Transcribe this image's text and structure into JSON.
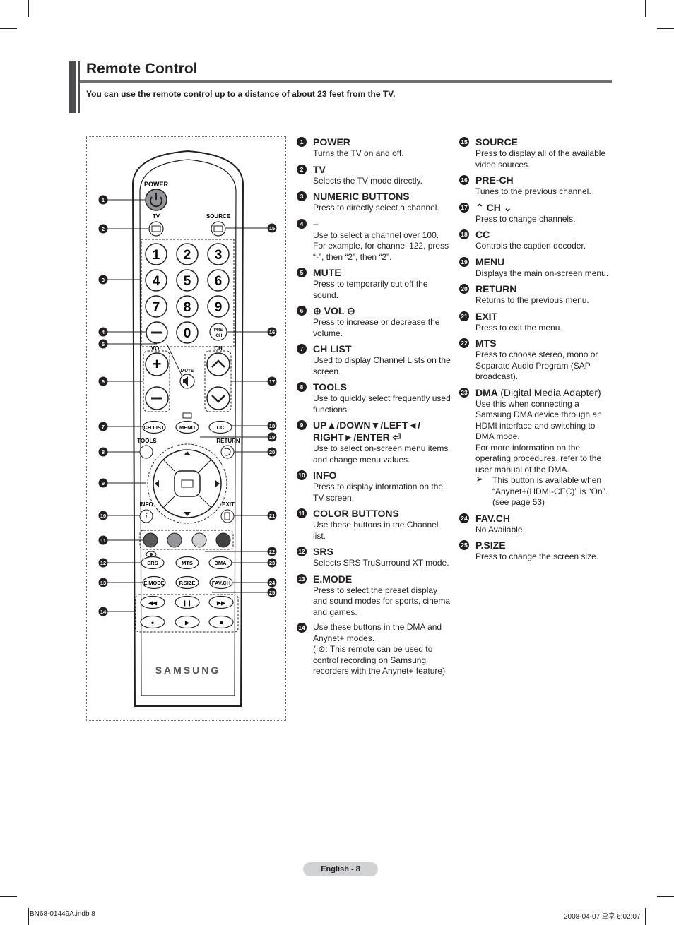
{
  "header": {
    "title": "Remote Control",
    "subtitle": "You can use the remote control up to a distance of about 23 feet from the TV."
  },
  "remote": {
    "labels": {
      "power": "POWER",
      "tv": "TV",
      "source": "SOURCE",
      "digits": [
        "1",
        "2",
        "3",
        "4",
        "5",
        "6",
        "7",
        "8",
        "9",
        "0"
      ],
      "prech": "PRE\n-CH",
      "vol": "VOL",
      "ch": "CH",
      "mute": "MUTE",
      "chlist": "CH LIST",
      "menu": "MENU",
      "cc": "CC",
      "tools": "TOOLS",
      "return": "RETURN",
      "info": "INFO",
      "exit": "EXIT",
      "srs": "SRS",
      "mts": "MTS",
      "dma": "DMA",
      "emode": "E.MODE",
      "psize": "P.SIZE",
      "favch": "FAV.CH",
      "brand": "SAMSUNG"
    },
    "callouts": [
      "1",
      "2",
      "3",
      "4",
      "5",
      "6",
      "7",
      "8",
      "9",
      "10",
      "11",
      "12",
      "13",
      "14",
      "15",
      "16",
      "17",
      "18",
      "19",
      "20",
      "21",
      "22",
      "23",
      "24",
      "25"
    ]
  },
  "items_left": [
    {
      "num": "1",
      "name": "POWER",
      "desc": "Turns the TV on and off."
    },
    {
      "num": "2",
      "name": "TV",
      "desc": "Selects the TV mode directly."
    },
    {
      "num": "3",
      "name": "NUMERIC BUTTONS",
      "desc": "Press to directly select a channel."
    },
    {
      "num": "4",
      "name": "–",
      "desc": "Use to select a channel over 100. For example, for channel 122, press “-”, then “2”, then “2”."
    },
    {
      "num": "5",
      "name": "MUTE",
      "desc": "Press to temporarily cut off the sound."
    },
    {
      "num": "6",
      "name": "VOL",
      "desc": "Press to increase or decrease the volume."
    },
    {
      "num": "7",
      "name": "CH LIST",
      "desc": "Used to display Channel Lists on the screen."
    },
    {
      "num": "8",
      "name": "TOOLS",
      "desc": "Use to quickly select frequently used functions."
    },
    {
      "num": "9",
      "name": "UP▲/DOWN▼/LEFT◄/ RIGHT►/ENTER",
      "desc": "Use to select on-screen menu items and change menu values."
    },
    {
      "num": "10",
      "name": "INFO",
      "desc": "Press to display information on the TV screen."
    },
    {
      "num": "11",
      "name": "COLOR BUTTONS",
      "desc": "Use these buttons in the Channel list."
    },
    {
      "num": "12",
      "name": "SRS",
      "desc": "Selects SRS TruSurround XT mode."
    },
    {
      "num": "13",
      "name": "E.MODE",
      "desc": "Press to select the preset display and sound modes for sports, cinema and games."
    },
    {
      "num": "14",
      "name": "",
      "desc": "Use these buttons in the DMA and Anynet+ modes.",
      "desc2": ": This remote can be used to control recording on Samsung recorders with the Anynet+ feature)"
    }
  ],
  "items_right": [
    {
      "num": "15",
      "name": "SOURCE",
      "desc": "Press to display all of the available video sources."
    },
    {
      "num": "16",
      "name": "PRE-CH",
      "desc": "Tunes to the previous channel."
    },
    {
      "num": "17",
      "name": "CH",
      "desc": "Press to change channels."
    },
    {
      "num": "18",
      "name": "CC",
      "desc": "Controls the caption decoder."
    },
    {
      "num": "19",
      "name": "MENU",
      "desc": "Displays the main on-screen menu."
    },
    {
      "num": "20",
      "name": "RETURN",
      "desc": "Returns to the previous menu."
    },
    {
      "num": "21",
      "name": "EXIT",
      "desc": "Press to exit the menu."
    },
    {
      "num": "22",
      "name": "MTS",
      "desc": "Press to choose stereo, mono or Separate Audio Program (SAP broadcast)."
    },
    {
      "num": "23",
      "name": "DMA",
      "name_extra": "(Digital Media Adapter)",
      "desc": "Use this when connecting a Samsung DMA device through an HDMI interface and switching to DMA mode.",
      "desc2": "For more information on the operating procedures, refer to the user manual of the DMA.",
      "note": "This button is available when “Anynet+(HDMI-CEC)” is “On”. (see page 53)"
    },
    {
      "num": "24",
      "name": "FAV.CH",
      "desc": "No Available."
    },
    {
      "num": "25",
      "name": "P.SIZE",
      "desc": "Press to change the screen size."
    }
  ],
  "footer": {
    "page": "English - 8",
    "file": "BN68-01449A.indb   8",
    "stamp": "2008-04-07   오후 6:02:07"
  },
  "colors": {
    "text": "#231f20",
    "bar": "#4d4d4f",
    "pill": "#d1d2d4"
  }
}
